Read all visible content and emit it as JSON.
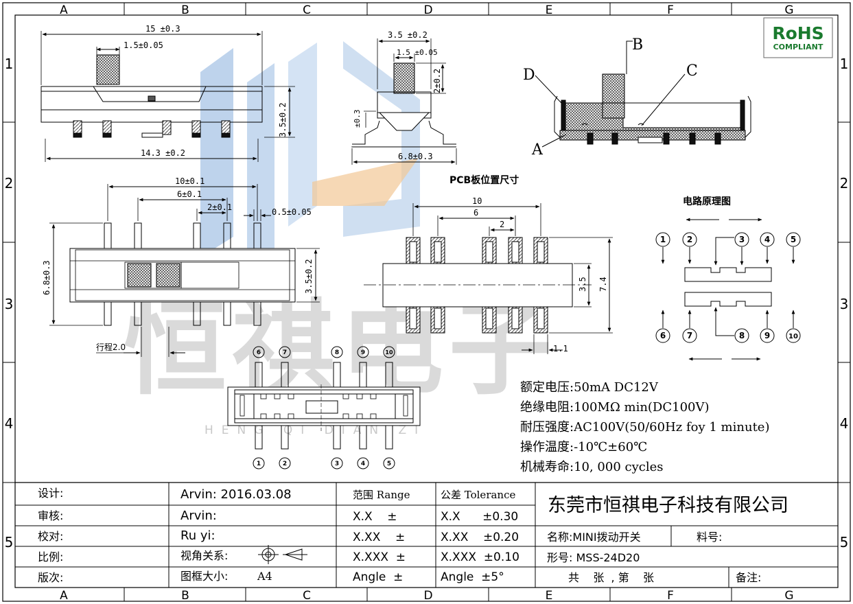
{
  "frame": {
    "columns": [
      "A",
      "B",
      "C",
      "D",
      "E",
      "F",
      "G"
    ],
    "rows": [
      "1",
      "2",
      "3",
      "4",
      "5"
    ]
  },
  "rohs": {
    "title": "RoHS",
    "subtitle": "COMPLIANT"
  },
  "watermark": {
    "chinese": "恒祺电子",
    "pinyin": "HENG QI DIAN ZI"
  },
  "side_view": {
    "width_overall": "15 ±0.3",
    "knob_width": "1.5±0.05",
    "height": "3.5±0.2",
    "base_length": "14.3 ±0.2"
  },
  "end_view": {
    "width": "3.5 ±0.2",
    "knob_width": "1.5 ±0.05",
    "knob_height": "2±0.2",
    "height": "±0.3",
    "footprint": "6.8±0.3"
  },
  "section_view": {
    "label_a": "A",
    "label_b": "B",
    "label_c": "C",
    "label_d": "D"
  },
  "top_view": {
    "span_outer": "10±0.1",
    "span_mid": "6±0.1",
    "pitch": "2±0.1",
    "pin_width": "0.5±0.05",
    "body_width": "6.8±0.3",
    "height": "3.5±0.2",
    "travel": "行程2.0"
  },
  "pcb_layout": {
    "title": "PCB板位置尺寸",
    "span_outer": "10",
    "span_mid": "6",
    "pitch": "2",
    "body_height": "3.5",
    "total_height": "7.4",
    "pad_width": "1.1"
  },
  "schematic": {
    "title": "电路原理图",
    "top_pins": [
      "1",
      "2",
      "3",
      "4",
      "5"
    ],
    "bottom_pins": [
      "6",
      "7",
      "8",
      "9",
      "10"
    ]
  },
  "bottom_view": {
    "top_pins": [
      "6",
      "7",
      "8",
      "9",
      "10"
    ],
    "bottom_pins": [
      "1",
      "2",
      "3",
      "4",
      "5"
    ]
  },
  "specs": [
    "额定电压:50mA DC12V",
    "绝缘电阻:100MΩ min(DC100V)",
    "耐压强度:AC100V(50/60Hz foy 1 minute)",
    "操作温度:-10℃±60℃",
    "机械寿命:10, 000 cycles"
  ],
  "title_block": {
    "design_label": "设计:",
    "design_value": "Arvin:  2016.03.08",
    "review_label": "审核:",
    "review_value": "Arvin:",
    "check_label": "校对:",
    "check_value": "Ru  yi:",
    "scale_label": "比例:",
    "view_label": "视角关系:",
    "version_label": "版次:",
    "size_label": "图框大小:",
    "size_value": "A4",
    "range_header": "范围 Range",
    "tolerance_header": "公差 Tolerance",
    "ranges": [
      "X.X    ±",
      "X.XX    ±",
      "X.XXX  ±",
      "Angle  ±"
    ],
    "tolerances": [
      "X.X      ±0.30",
      "X.XX    ±0.20",
      "X.XXX  ±0.10",
      "Angle  ±5°"
    ],
    "company": "东莞市恒祺电子科技有限公司",
    "name": "名称:MINI拨动开关",
    "part_no_label": "料号:",
    "model": "形号: MSS-24D20",
    "sheets": "共    张  , 第    张",
    "remarks": "备注:"
  },
  "colors": {
    "line": "#000000",
    "watermark_blue": "#a8c4e6",
    "watermark_orange": "#f2c896",
    "watermark_gray": "#d2d2d2",
    "rohs_green": "#1a7a2e",
    "hatch": "#555555"
  }
}
